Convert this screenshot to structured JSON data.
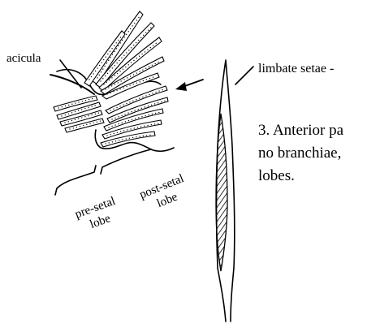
{
  "labels": {
    "acicula": "acicula",
    "pre_setal_lobe_line1": "pre-setal",
    "pre_setal_lobe_line2": "lobe",
    "post_setal_lobe_line1": "post-setal",
    "post_setal_lobe_line2": "lobe",
    "limbate_setae": "limbate setae -"
  },
  "caption": {
    "line1": "3. Anterior pa",
    "line2": "no branchiae,",
    "line3": "lobes."
  }
}
